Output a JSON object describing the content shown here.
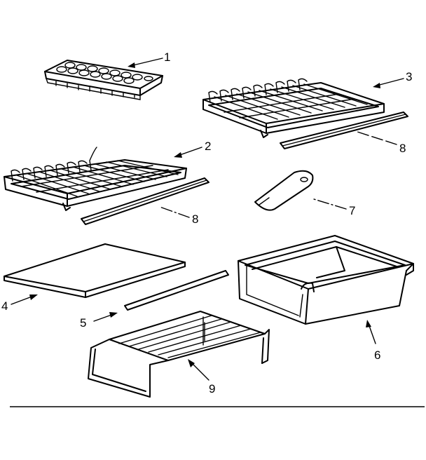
{
  "callouts": [
    {
      "id": "ice-tray",
      "number": "1"
    },
    {
      "id": "shelf-left",
      "number": "2"
    },
    {
      "id": "shelf-right",
      "number": "3"
    },
    {
      "id": "glass-shelf",
      "number": "4"
    },
    {
      "id": "trim-strip",
      "number": "5"
    },
    {
      "id": "crisper-pan",
      "number": "6"
    },
    {
      "id": "scraper",
      "number": "7"
    },
    {
      "id": "shelf-track-right",
      "number": "8"
    },
    {
      "id": "shelf-track-left",
      "number": "8"
    },
    {
      "id": "half-shelf-rack",
      "number": "9"
    }
  ]
}
